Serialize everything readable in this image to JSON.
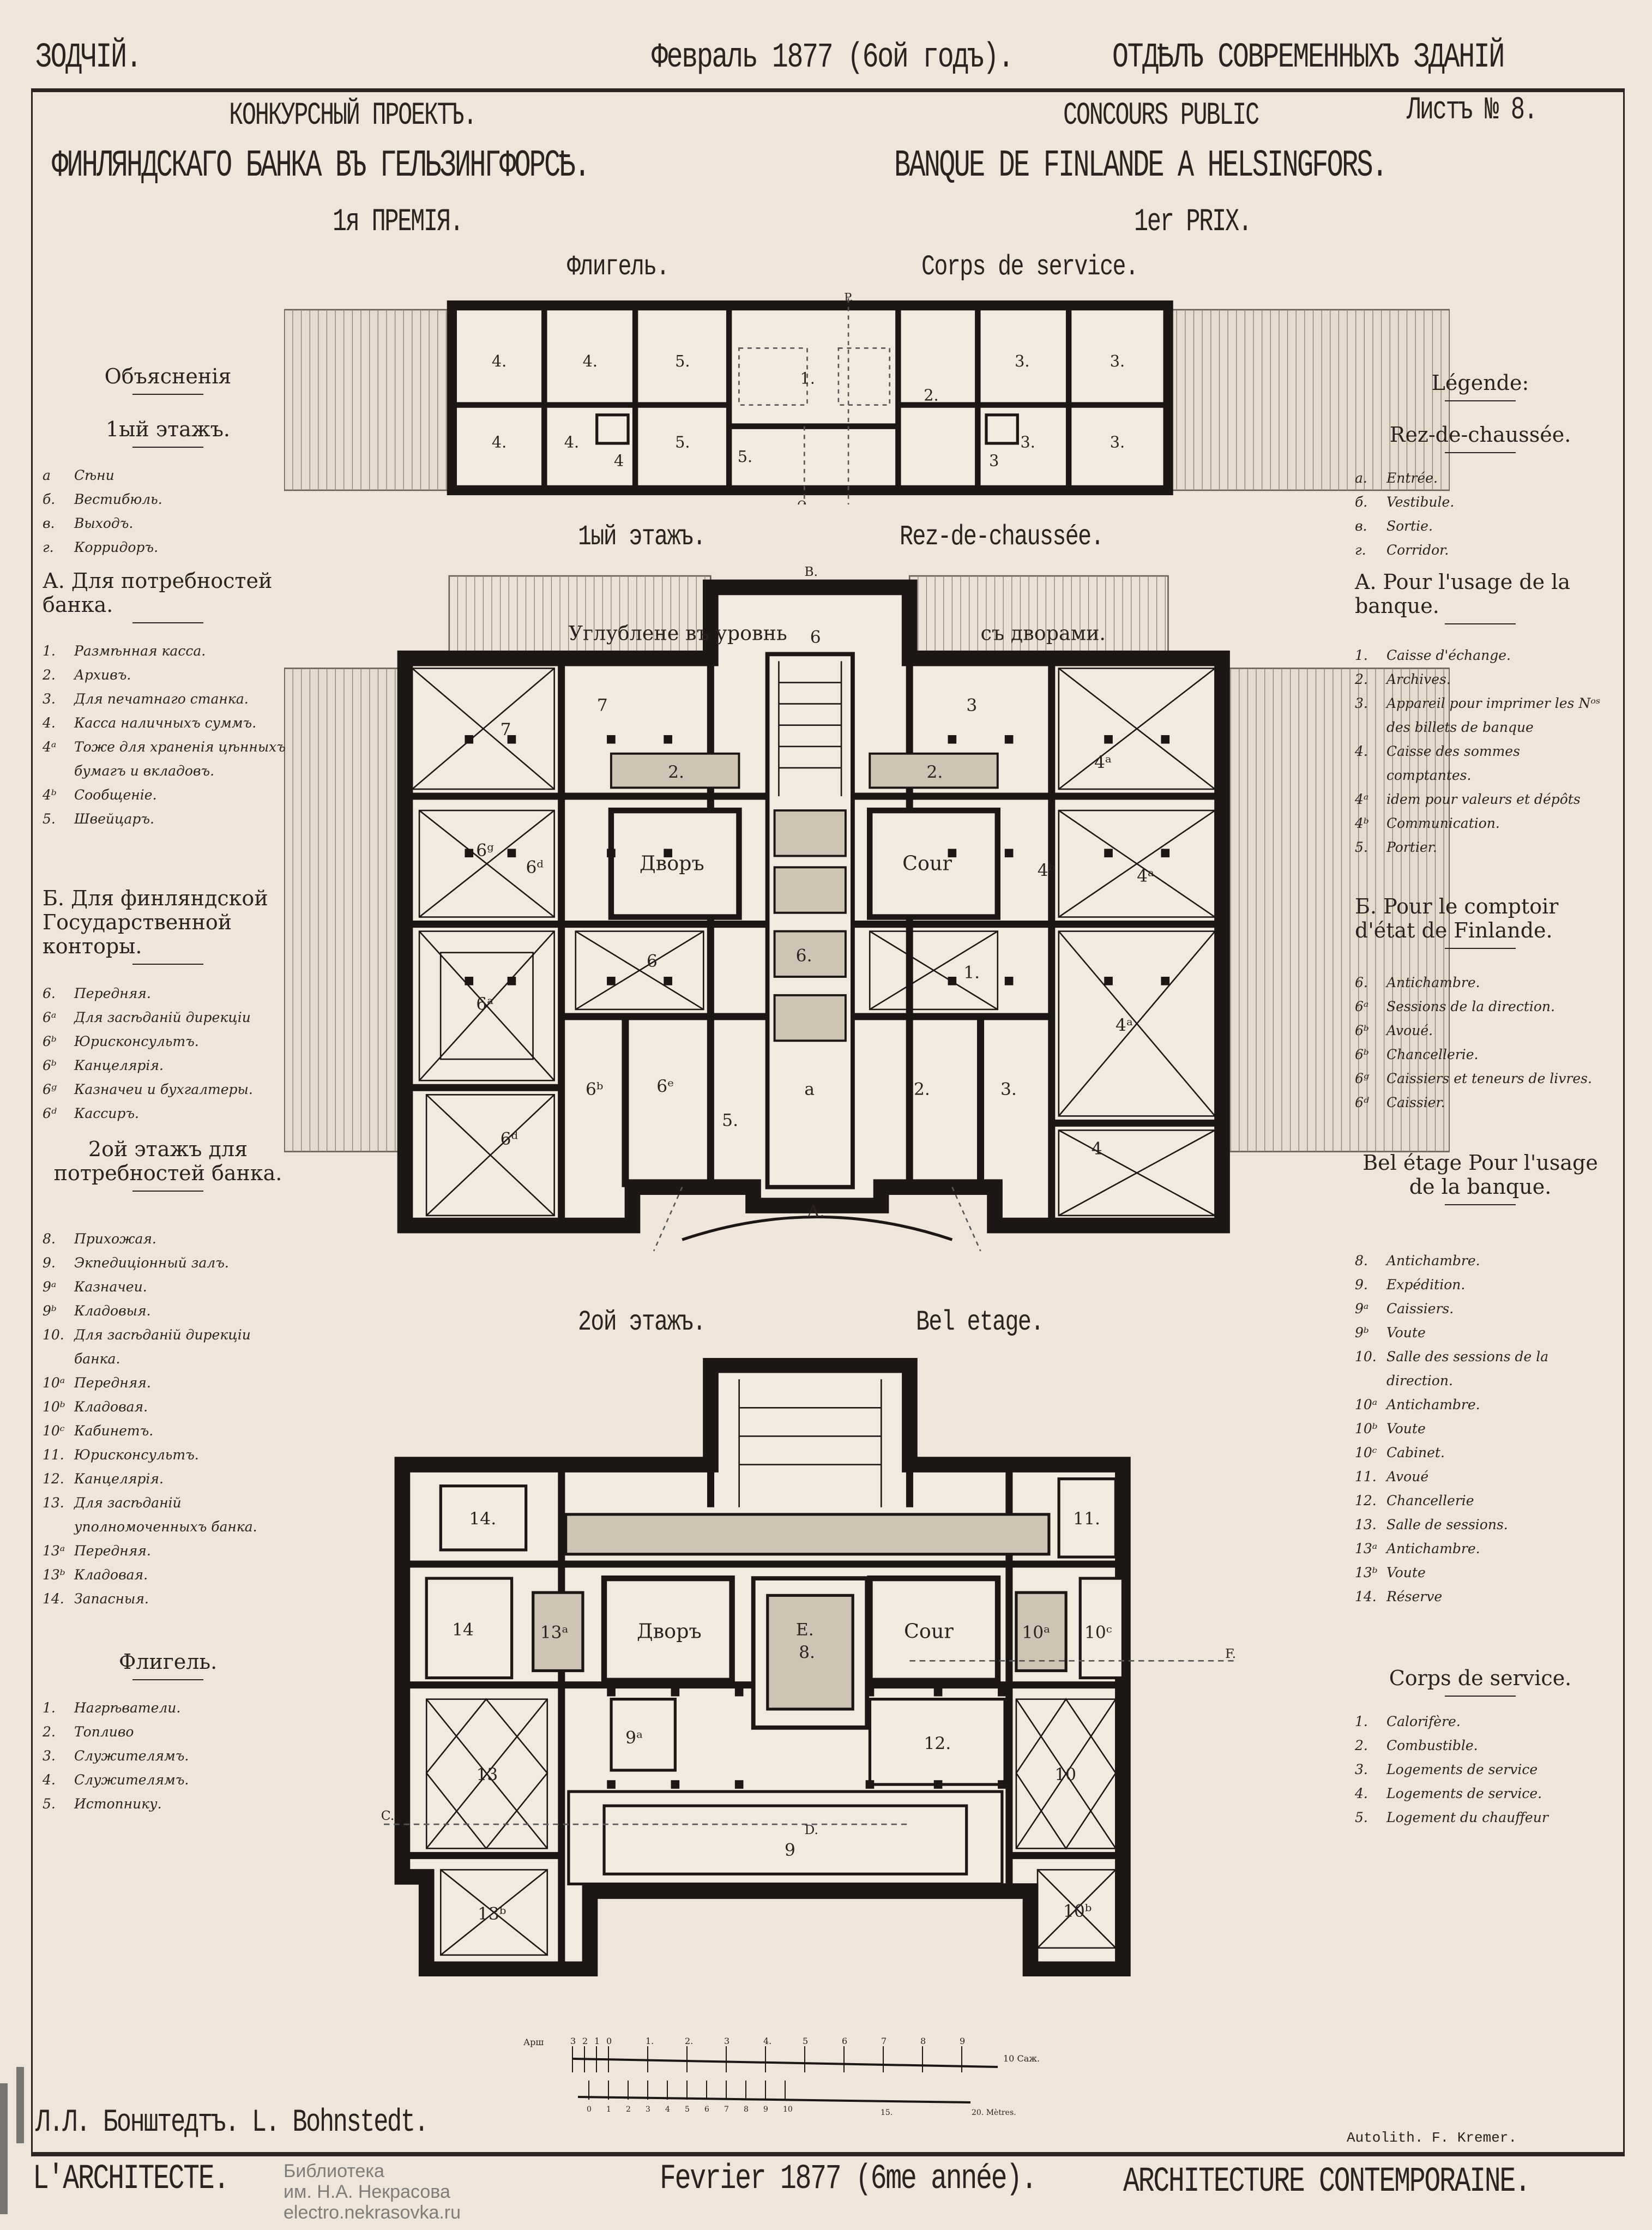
{
  "header": {
    "journal": "ЗОДЧIЙ.",
    "date_ru": "Февраль 1877 (6ой годъ).",
    "section_ru": "ОТДѢЛЪ СОВРЕМЕННЫХЪ ЗДАНIЙ"
  },
  "title": {
    "contest_ru": "КОНКУРСНЫЙ ПРОЕКТЪ.",
    "contest_fr": "CONCOURS PUBLIC",
    "sheet": "Листъ № 8.",
    "bank_ru": "ФИНЛЯНДСКАГО БАНКА ВЪ ГЕЛЬЗИНГФОРСѢ.",
    "bank_fr": "BANQUE DE FINLANDE A HELSINGFORS.",
    "prize_ru": "1я ПРЕМIЯ.",
    "prize_fr": "1er PRIX."
  },
  "plans": {
    "wing": {
      "caption_ru": "Флигель.",
      "caption_fr": "Corps de service.",
      "rooms": [
        "4.",
        "4.",
        "5.",
        "1.",
        "2.",
        "3.",
        "3.",
        "4.",
        "4.",
        "4",
        "5.",
        "5.",
        "3",
        "3.",
        "3.",
        "P.",
        "Q."
      ]
    },
    "ground": {
      "caption_ru": "1ый этажъ.",
      "caption_fr": "Rez-de-chaussée.",
      "court_left": "Углублене въ уровнь",
      "court_right": "съ дворами.",
      "yard_ru": "Дворъ",
      "yard_fr": "Cour",
      "rooms": [
        "B.",
        "6",
        "7",
        "7",
        "2.",
        "2.",
        "3",
        "4ᵃ",
        "6ᵍ",
        "6ᵈ",
        "6ᵃ",
        "6",
        "6.",
        "1.",
        "4ᵇ",
        "4ᵃ",
        "4ᵃ",
        "6ᵇ",
        "6ᵉ",
        "5.",
        "a",
        "2.",
        "3.",
        "4",
        "6ᵈ",
        "A."
      ]
    },
    "bel": {
      "caption_ru": "2ой этажъ.",
      "caption_fr": "Bel etage.",
      "yard_ru": "Дворъ",
      "yard_fr": "Cour",
      "rooms": [
        "14.",
        "11.",
        "14",
        "13ᵃ",
        "E.",
        "8.",
        "10ᵃ",
        "10ᶜ",
        "F.",
        "13",
        "9ᵃ",
        "12.",
        "10",
        "C.",
        "D.",
        "9",
        "13ᵇ",
        "10ᵇ"
      ]
    }
  },
  "scale": {
    "top_unit": "Арш",
    "top_ticks": [
      "3",
      "2",
      "1",
      "0",
      "1.",
      "2.",
      "3",
      "4.",
      "5",
      "6",
      "7",
      "8",
      "9"
    ],
    "top_end": "10 Саж.",
    "bottom_ticks": [
      "0",
      "1",
      "2",
      "3",
      "4",
      "5",
      "6",
      "7",
      "8",
      "9",
      "10"
    ],
    "bottom_mid": "15.",
    "bottom_end": "20. Mètres."
  },
  "legend_ru": {
    "title": "Объясненія",
    "floor1": "1ый этажъ.",
    "floor1_items": [
      {
        "n": "а",
        "t": "Сѣни"
      },
      {
        "n": "б.",
        "t": "Вестибюль."
      },
      {
        "n": "в.",
        "t": "Выходъ."
      },
      {
        "n": "г.",
        "t": "Корридоръ."
      }
    ],
    "section_a": "А. Для потребностей банка.",
    "section_a_items": [
      {
        "n": "1.",
        "t": "Размѣнная касса."
      },
      {
        "n": "2.",
        "t": "Архивъ."
      },
      {
        "n": "3.",
        "t": "Для печатнаго станка."
      },
      {
        "n": "4.",
        "t": "Касса наличныхъ суммъ."
      },
      {
        "n": "4ᵃ",
        "t": "Тоже для храненія цѣнныхъ бумагъ и вкладовъ."
      },
      {
        "n": "4ᵇ",
        "t": "Сообщеніе."
      },
      {
        "n": "5.",
        "t": "Швейцаръ."
      }
    ],
    "section_b": "Б. Для финляндской Государственной конторы.",
    "section_b_items": [
      {
        "n": "6.",
        "t": "Передняя."
      },
      {
        "n": "6ᵃ",
        "t": "Для засѣданій дирекціи"
      },
      {
        "n": "6ᵇ",
        "t": "Юрисконсультъ."
      },
      {
        "n": "6ᵇ",
        "t": "Канцелярія."
      },
      {
        "n": "6ᵍ",
        "t": "Казначеи и бухгалтеры."
      },
      {
        "n": "6ᵈ",
        "t": "Кассиръ."
      }
    ],
    "floor2": "2ой этажъ для потребностей банка.",
    "floor2_items": [
      {
        "n": "8.",
        "t": "Прихожая."
      },
      {
        "n": "9.",
        "t": "Экпедиціонный залъ."
      },
      {
        "n": "9ᵃ",
        "t": "Казначеи."
      },
      {
        "n": "9ᵇ",
        "t": "Кладовыя."
      },
      {
        "n": "10.",
        "t": "Для засѣданій дирекціи банка."
      },
      {
        "n": "10ᵃ",
        "t": "Передняя."
      },
      {
        "n": "10ᵇ",
        "t": "Кладовая."
      },
      {
        "n": "10ᶜ",
        "t": "Кабинетъ."
      },
      {
        "n": "11.",
        "t": "Юрисконсультъ."
      },
      {
        "n": "12.",
        "t": "Канцелярія."
      },
      {
        "n": "13.",
        "t": "Для засѣданій уполномоченныхъ банка."
      },
      {
        "n": "13ᵃ",
        "t": "Передняя."
      },
      {
        "n": "13ᵇ",
        "t": "Кладовая."
      },
      {
        "n": "14.",
        "t": "Запасныя."
      }
    ],
    "wing": "Флигель.",
    "wing_items": [
      {
        "n": "1.",
        "t": "Нагрѣватели."
      },
      {
        "n": "2.",
        "t": "Топливо"
      },
      {
        "n": "3.",
        "t": "Служителямъ."
      },
      {
        "n": "4.",
        "t": "Служителямъ."
      },
      {
        "n": "5.",
        "t": "Истопнику."
      }
    ]
  },
  "legend_fr": {
    "title": "Légende:",
    "floor1": "Rez-de-chaussée.",
    "floor1_items": [
      {
        "n": "a.",
        "t": "Entrée."
      },
      {
        "n": "б.",
        "t": "Vestibule."
      },
      {
        "n": "в.",
        "t": "Sortie."
      },
      {
        "n": "г.",
        "t": "Corridor."
      }
    ],
    "section_a": "A. Pour l'usage de la banque.",
    "section_a_items": [
      {
        "n": "1.",
        "t": "Caisse d'échange."
      },
      {
        "n": "2.",
        "t": "Archives."
      },
      {
        "n": "3.",
        "t": "Appareil pour imprimer les Nᵒˢ des billets de banque"
      },
      {
        "n": "4.",
        "t": "Caisse des sommes comptantes."
      },
      {
        "n": "4ᵃ",
        "t": "idem pour valeurs et dépôts"
      },
      {
        "n": "4ᵇ",
        "t": "Communication."
      },
      {
        "n": "5.",
        "t": "Portier."
      }
    ],
    "section_b": "Б. Pour le comptoir d'état de Finlande.",
    "section_b_items": [
      {
        "n": "6.",
        "t": "Antichambre."
      },
      {
        "n": "6ᵃ",
        "t": "Sessions de la direction."
      },
      {
        "n": "6ᵇ",
        "t": "Avoué."
      },
      {
        "n": "6ᵇ",
        "t": "Chancellerie."
      },
      {
        "n": "6ᵍ",
        "t": "Caissiers et teneurs de livres."
      },
      {
        "n": "6ᵈ",
        "t": "Caissier."
      }
    ],
    "floor2": "Bel étage Pour l'usage de la banque.",
    "floor2_items": [
      {
        "n": "8.",
        "t": "Antichambre."
      },
      {
        "n": "9.",
        "t": "Expédition."
      },
      {
        "n": "9ᵃ",
        "t": "Caissiers."
      },
      {
        "n": "9ᵇ",
        "t": "Voute"
      },
      {
        "n": "10.",
        "t": "Salle des sessions de la direction."
      },
      {
        "n": "10ᵃ",
        "t": "Antichambre."
      },
      {
        "n": "10ᵇ",
        "t": "Voute"
      },
      {
        "n": "10ᶜ",
        "t": "Cabinet."
      },
      {
        "n": "11.",
        "t": "Avoué"
      },
      {
        "n": "12.",
        "t": "Chancellerie"
      },
      {
        "n": "13.",
        "t": "Salle de sessions."
      },
      {
        "n": "13ᵃ",
        "t": "Antichambre."
      },
      {
        "n": "13ᵇ",
        "t": "Voute"
      },
      {
        "n": "14.",
        "t": "Réserve"
      }
    ],
    "wing": "Corps de service.",
    "wing_items": [
      {
        "n": "1.",
        "t": "Calorifère."
      },
      {
        "n": "2.",
        "t": "Combustible."
      },
      {
        "n": "3.",
        "t": "Logements de service"
      },
      {
        "n": "4.",
        "t": "Logements de service."
      },
      {
        "n": "5.",
        "t": "Logement du chauffeur"
      }
    ]
  },
  "footer": {
    "author": "Л.Л. Бонштедтъ. L. Bohnstedt.",
    "lithographer": "Autolith. F. Kremer.",
    "journal_fr": "L'ARCHITECTE.",
    "date_fr": "Fevrier 1877 (6me année).",
    "section_fr": "ARCHITECTURE CONTEMPORAINE.",
    "watermark": [
      "Библиотека",
      "им. Н.А. Некрасова",
      "electro.nekrasovka.ru"
    ]
  },
  "colors": {
    "paper": "#efe5d8",
    "ink": "#2a2320",
    "stipple": "#cfc4b4"
  }
}
